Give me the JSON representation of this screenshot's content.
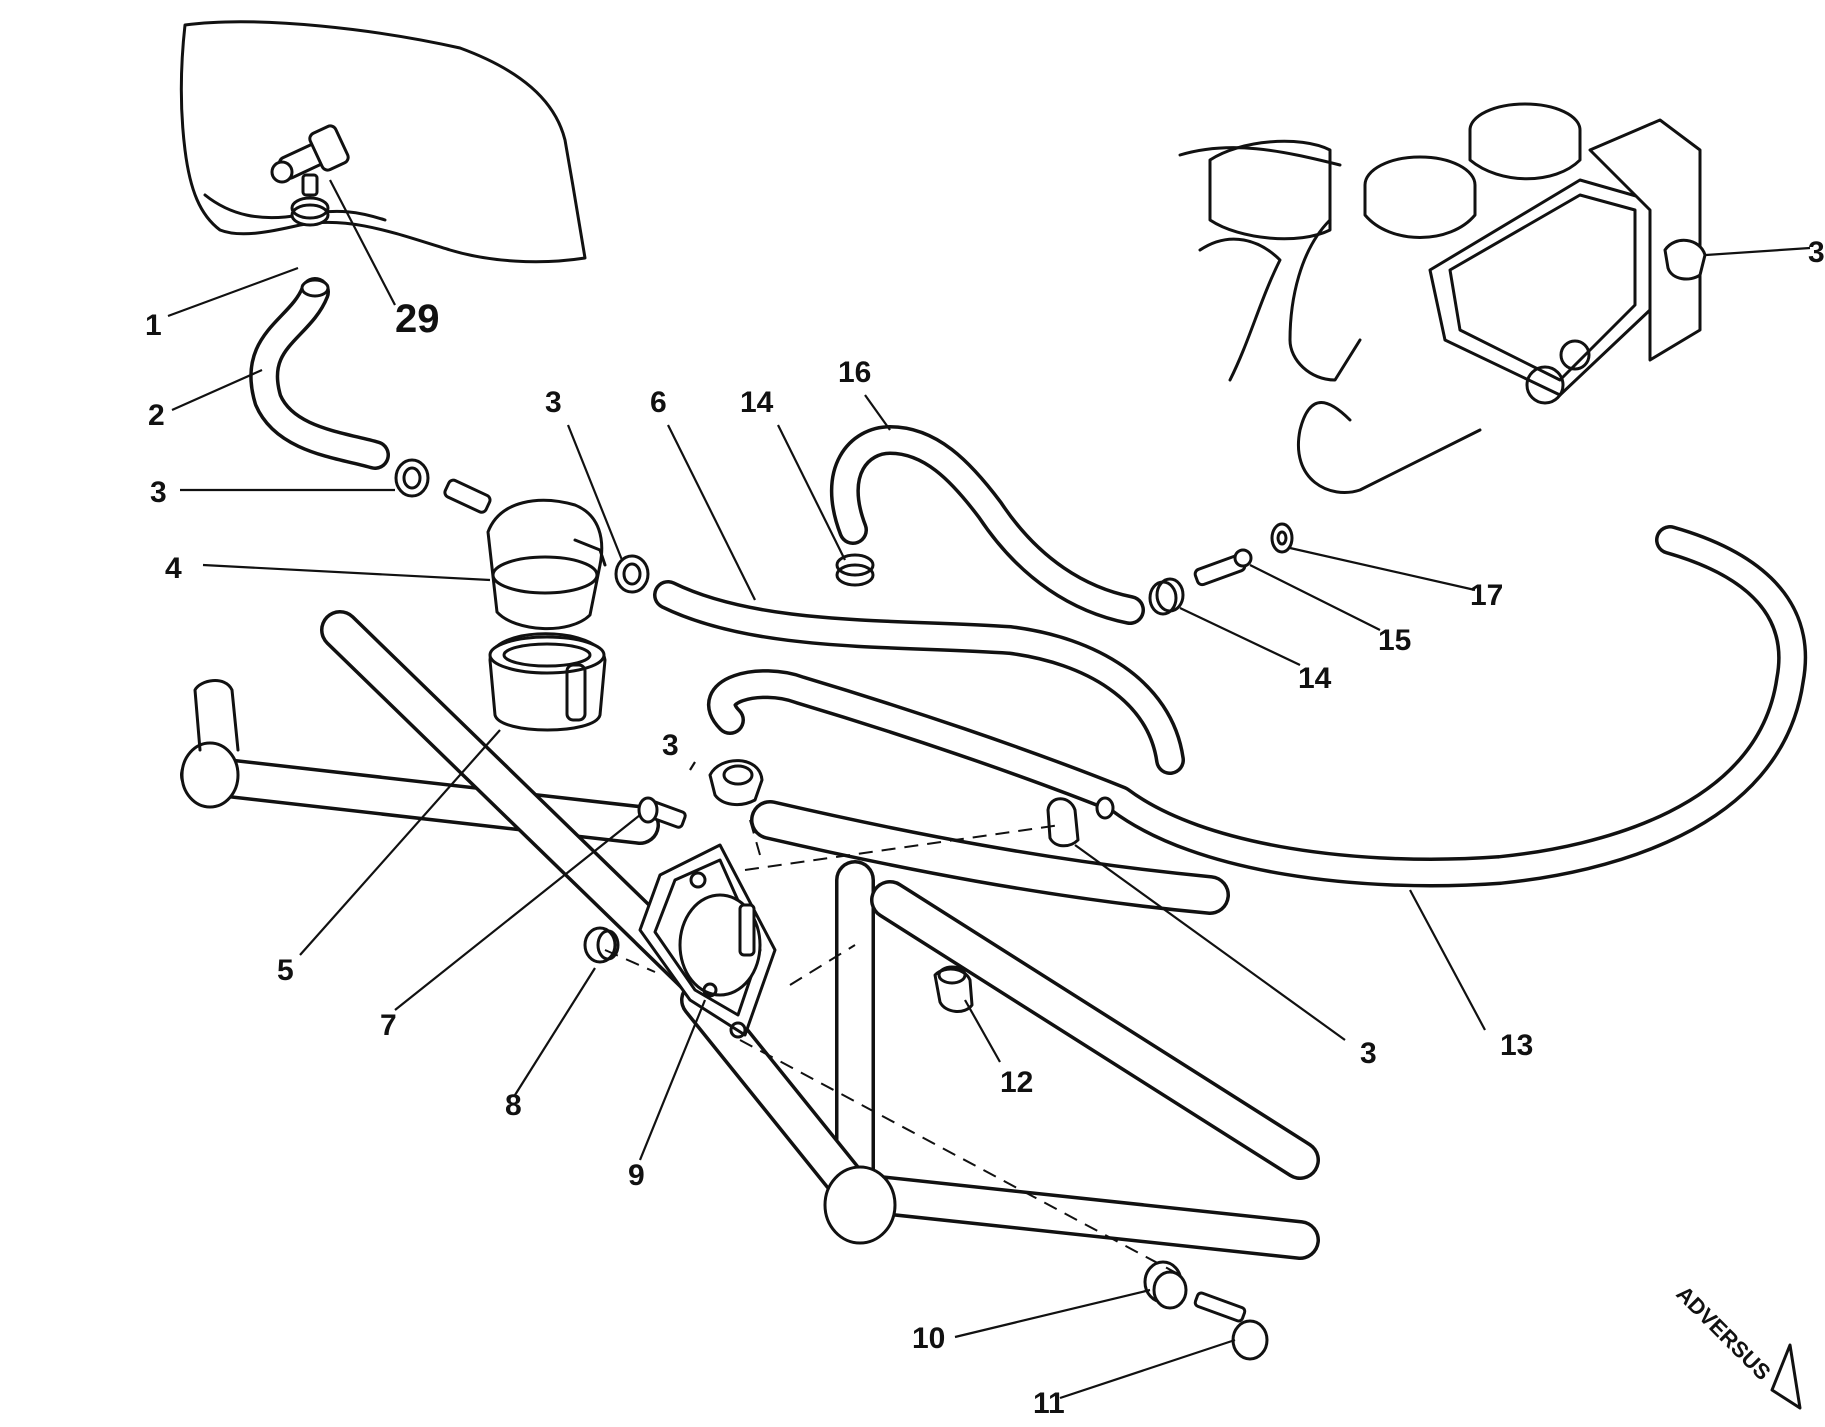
{
  "callouts": {
    "c1": "1",
    "c29": "29",
    "c2": "2",
    "c3_hose_left": "3",
    "c4": "4",
    "c3_filter": "3",
    "c6": "6",
    "c14_top": "14",
    "c16": "16",
    "c3_carb": "3",
    "c17": "17",
    "c15": "15",
    "c14_right": "14",
    "c3_pump": "3",
    "c5": "5",
    "c7": "7",
    "c8": "8",
    "c9": "9",
    "c12": "12",
    "c3_clamp": "3",
    "c13": "13",
    "c10": "10",
    "c11": "11"
  },
  "brand": {
    "text": "ADVERSUS"
  }
}
